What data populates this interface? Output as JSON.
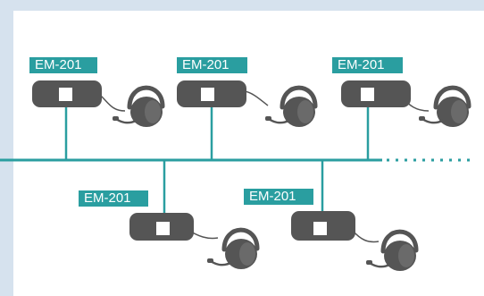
{
  "colors": {
    "background": "#d6e2ee",
    "panel": "#ffffff",
    "bus": "#2a9ea0",
    "device": "#555555",
    "label_bg": "#2a9ea0",
    "label_text": "#ffffff"
  },
  "stations": [
    {
      "label": "EM-201",
      "device": "intercom-unit",
      "accessory": "headset-icon"
    },
    {
      "label": "EM-201",
      "device": "intercom-unit",
      "accessory": "headset-icon"
    },
    {
      "label": "EM-201",
      "device": "intercom-unit",
      "accessory": "headset-icon"
    },
    {
      "label": "EM-201",
      "device": "intercom-unit",
      "accessory": "headset-icon"
    },
    {
      "label": "EM-201",
      "device": "intercom-unit",
      "accessory": "headset-icon"
    }
  ],
  "bus": {
    "continuation": "dotted"
  }
}
